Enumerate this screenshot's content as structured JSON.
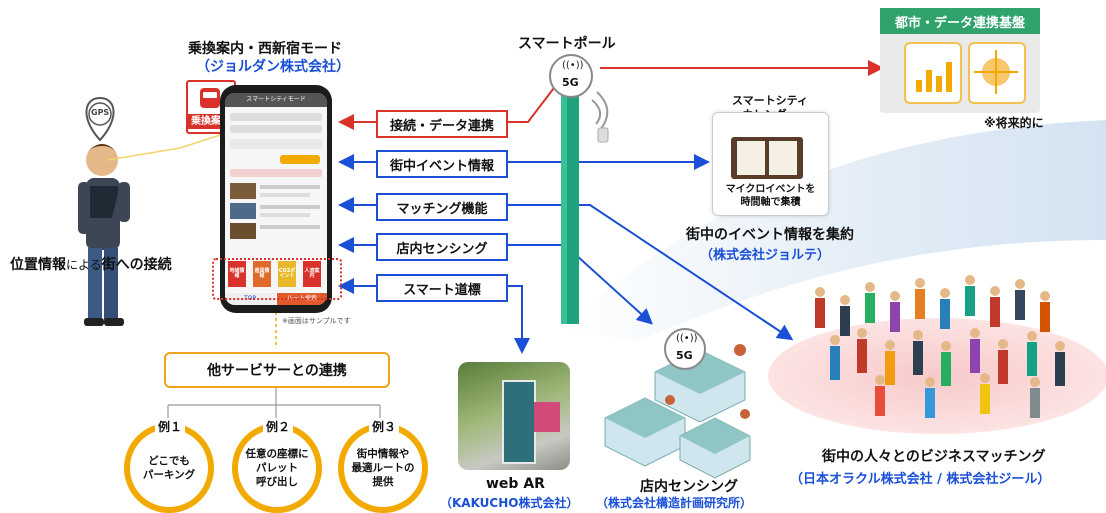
{
  "transit_mode": {
    "title": "乗換案内・西新宿モード",
    "company": "（ジョルダン株式会社）",
    "badge": "乗換案内"
  },
  "location": {
    "gps_label": "GPS",
    "caption_part1": "位置情報",
    "caption_part2": "による",
    "caption_part3": "街への接続"
  },
  "phone": {
    "header": "スマートシティモード",
    "note": "※画面はサンプルです",
    "tiles": [
      "地域情報",
      "遊具情報",
      "CO2ポイント",
      "人流案内"
    ],
    "bottom_left": "TOP",
    "bottom_right": "ルート検索"
  },
  "links": [
    {
      "label": "接続・データ連携"
    },
    {
      "label": "街中イベント情報"
    },
    {
      "label": "マッチング機能"
    },
    {
      "label": "店内センシング"
    },
    {
      "label": "スマート道標"
    }
  ],
  "smart_pole": {
    "title": "スマートポール",
    "badge": "5G"
  },
  "platform": {
    "title": "都市・データ連携基盤",
    "note": "※将来的に"
  },
  "calendar": {
    "title_line1": "スマートシティ",
    "title_line2": "カレンダー",
    "caption_line1": "マイクロイベントを",
    "caption_line2": "時間軸で集積",
    "label": "街中のイベント情報を集約",
    "company": "（株式会社ジョルテ）"
  },
  "service_partners": {
    "title": "他サービサーとの連携",
    "examples": [
      {
        "label": "例１",
        "lines": [
          "どこでも",
          "パーキング"
        ]
      },
      {
        "label": "例２",
        "lines": [
          "任意の座標に",
          "パレット",
          "呼び出し"
        ]
      },
      {
        "label": "例３",
        "lines": [
          "街中情報や",
          "最適ルートの",
          "提供"
        ]
      }
    ]
  },
  "web_ar": {
    "label": "web AR",
    "company": "（KAKUCHO株式会社）"
  },
  "store_sensing": {
    "label": "店内センシング",
    "company": "（株式会社構造計画研究所）",
    "badge": "5G"
  },
  "matching": {
    "label": "街中の人々とのビジネスマッチング",
    "company": "（日本オラクル株式会社 / 株式会社ジール）"
  },
  "colors": {
    "blue": "#1a4fd6",
    "red": "#d8322a",
    "green": "#2fa36b",
    "yellow": "#f2a900",
    "pole": "#1fa37f"
  }
}
